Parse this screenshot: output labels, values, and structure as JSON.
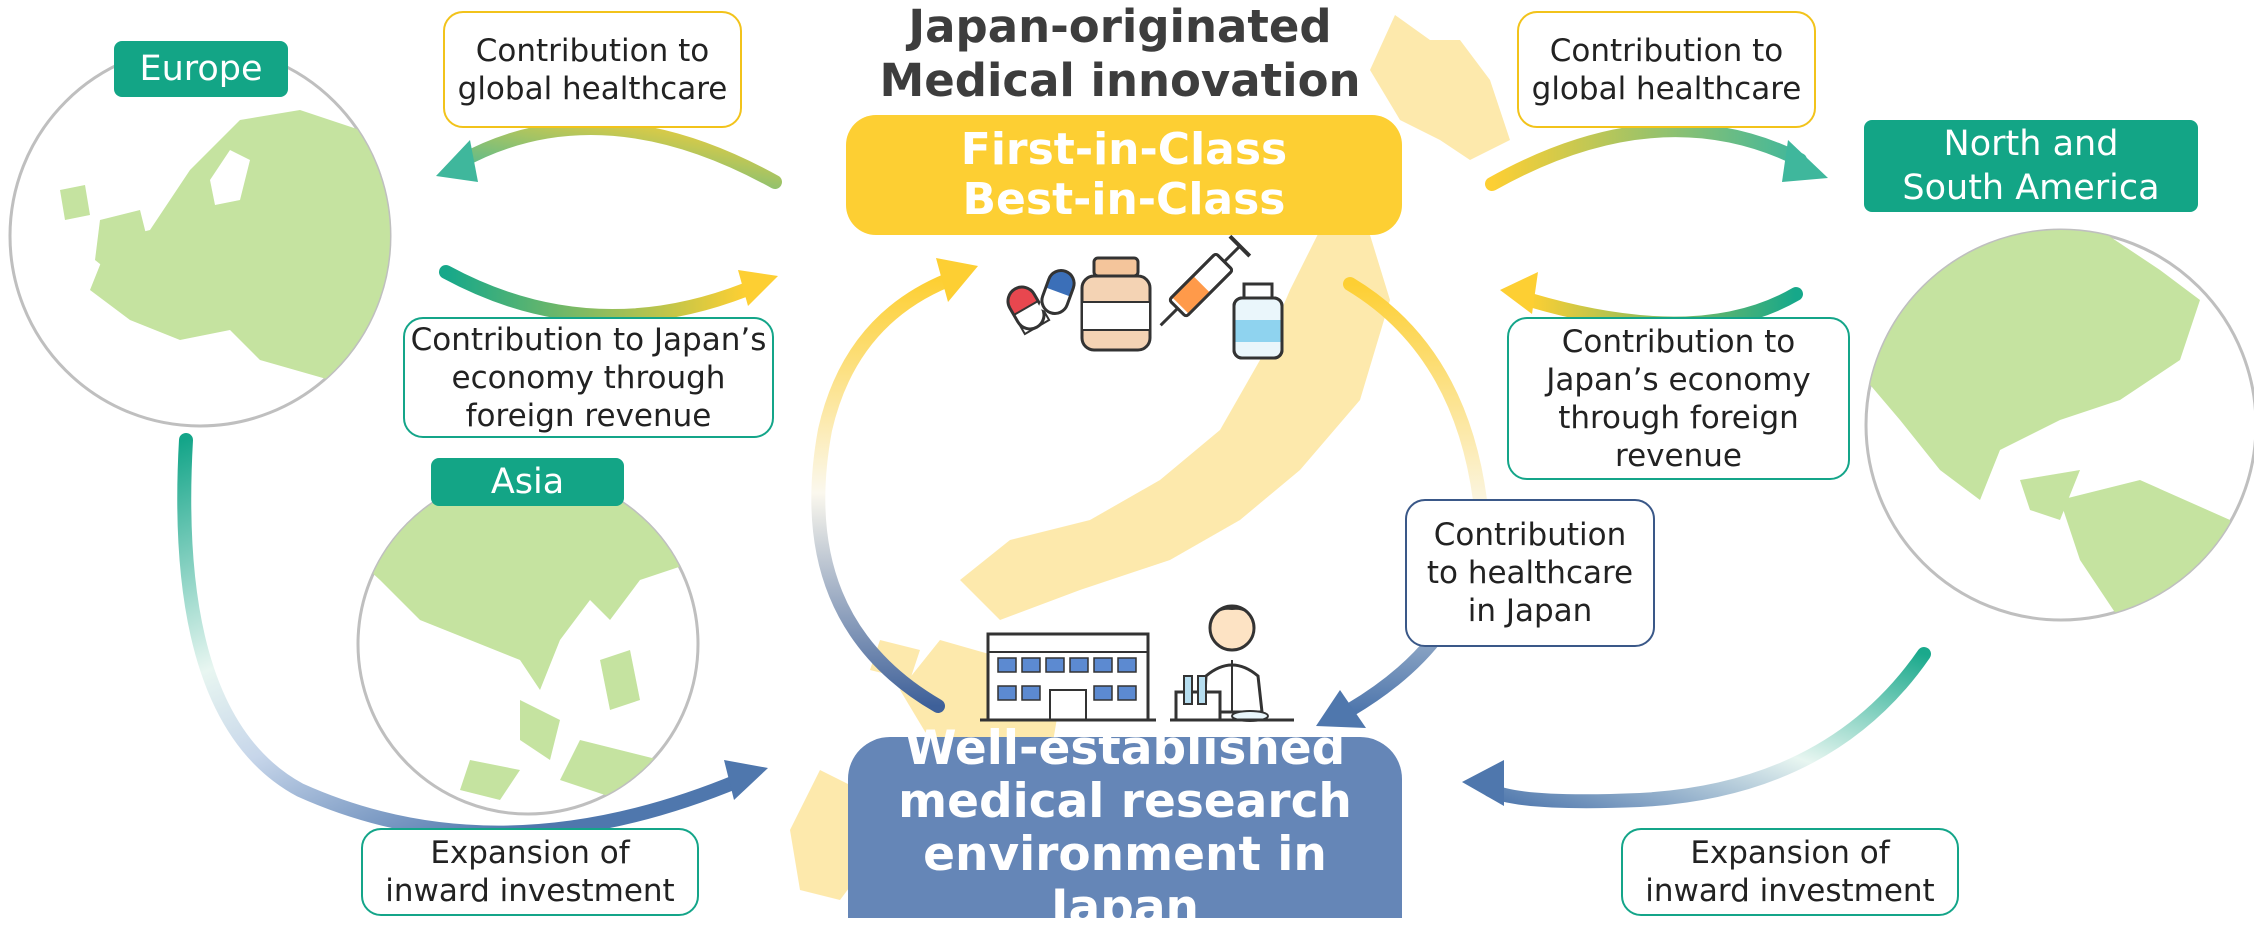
{
  "header": {
    "title": "Japan-originated\nMedical innovation"
  },
  "center": {
    "innovation_box": "First-in-Class\nBest-in-Class",
    "environment_box": "Well-established\nmedical research\nenvironment in Japan"
  },
  "regions": {
    "europe": "Europe",
    "asia": "Asia",
    "americas": "North and\nSouth America"
  },
  "bubbles": {
    "global_left": "Contribution to\nglobal healthcare",
    "global_right": "Contribution to\nglobal healthcare",
    "economy_left": "Contribution to Japan’s\neconomy through\nforeign revenue",
    "economy_right": "Contribution to\nJapan’s economy\nthrough foreign\nrevenue",
    "healthcare_japan": "Contribution\nto healthcare\nin Japan",
    "investment_left": "Expansion of\ninward investment",
    "investment_right": "Expansion of\ninward investment"
  },
  "colors": {
    "accent_yellow": "#fdcf33",
    "accent_green": "#13a586",
    "accent_blue": "#6586b7",
    "map_green": "#c5e3a0",
    "japan_map": "#fde8a8"
  },
  "icons": [
    "pill-capsules-icon",
    "medicine-bottle-icon",
    "syringe-icon",
    "vial-icon",
    "hospital-building-icon",
    "researcher-icon"
  ]
}
